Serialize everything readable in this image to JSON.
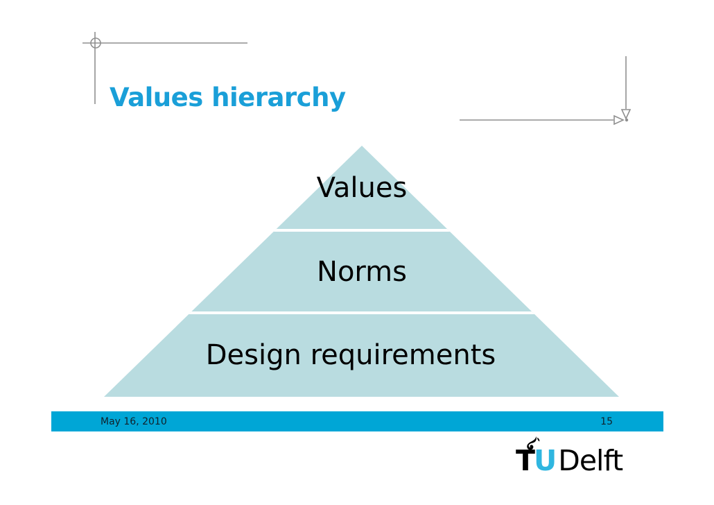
{
  "title": "Values hierarchy",
  "pyramid": {
    "type": "pyramid-hierarchy",
    "levels": [
      {
        "label": "Values"
      },
      {
        "label": "Norms"
      },
      {
        "label": "Design requirements"
      }
    ]
  },
  "footer": {
    "date": "May 16, 2010",
    "page_number": "15"
  },
  "logo": {
    "t": "T",
    "u": "U",
    "name": "Delft"
  },
  "colors": {
    "accent_cyan": "#00A6D6",
    "title_blue": "#1A9FD8",
    "pyramid_fill": "#B9DCE0",
    "divider_white": "#FFFFFF",
    "mark_gray": "#8F8F8F",
    "label_black": "#000000"
  },
  "icons": {
    "crop_mark": "crop-mark-icon",
    "arrow_down": "arrow-down-icon",
    "arrow_right": "arrow-right-icon",
    "flame": "flame-icon"
  }
}
